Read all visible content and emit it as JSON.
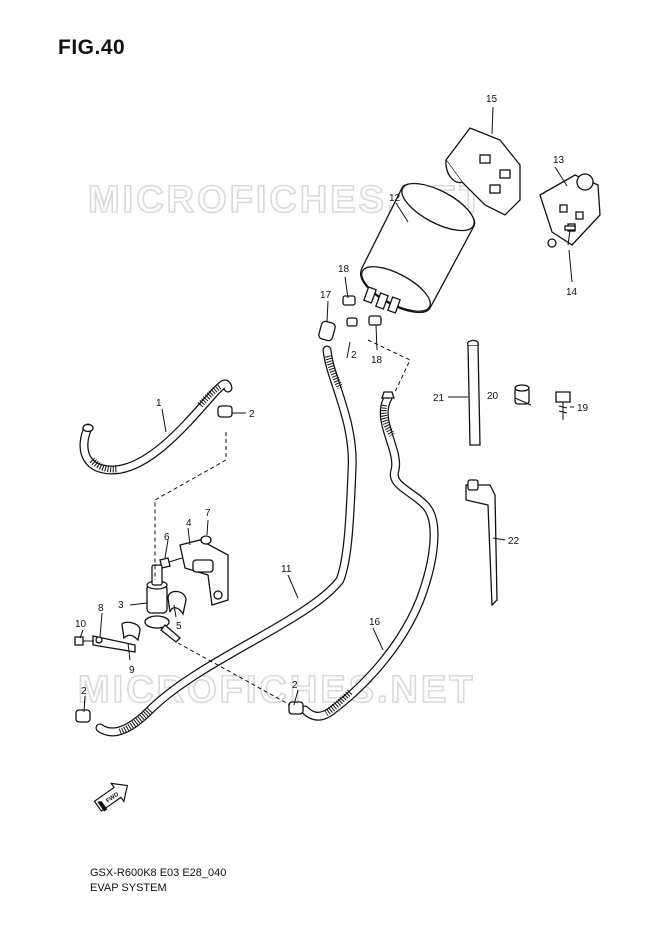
{
  "figure": {
    "title": "FIG.40"
  },
  "watermarks": [
    "MICROFICHES.NET",
    "MICROFICHES.NET"
  ],
  "callouts": [
    {
      "id": "1",
      "label": "1"
    },
    {
      "id": "2a",
      "label": "2"
    },
    {
      "id": "2b",
      "label": "2"
    },
    {
      "id": "2c",
      "label": "2"
    },
    {
      "id": "2d",
      "label": "2"
    },
    {
      "id": "3",
      "label": "3"
    },
    {
      "id": "4",
      "label": "4"
    },
    {
      "id": "5",
      "label": "5"
    },
    {
      "id": "6",
      "label": "6"
    },
    {
      "id": "7",
      "label": "7"
    },
    {
      "id": "8",
      "label": "8"
    },
    {
      "id": "9",
      "label": "9"
    },
    {
      "id": "10",
      "label": "10"
    },
    {
      "id": "11",
      "label": "11"
    },
    {
      "id": "12",
      "label": "12"
    },
    {
      "id": "13",
      "label": "13"
    },
    {
      "id": "14",
      "label": "14"
    },
    {
      "id": "15",
      "label": "15"
    },
    {
      "id": "16",
      "label": "16"
    },
    {
      "id": "17",
      "label": "17"
    },
    {
      "id": "18a",
      "label": "18"
    },
    {
      "id": "18b",
      "label": "18"
    },
    {
      "id": "19",
      "label": "19"
    },
    {
      "id": "20",
      "label": "20"
    },
    {
      "id": "21",
      "label": "21"
    },
    {
      "id": "22",
      "label": "22"
    }
  ],
  "fwd_arrow": {
    "label": "FWD"
  },
  "footer": {
    "model_code": "GSX-R600K8 E03 E28_040",
    "system_name": "EVAP SYSTEM"
  }
}
